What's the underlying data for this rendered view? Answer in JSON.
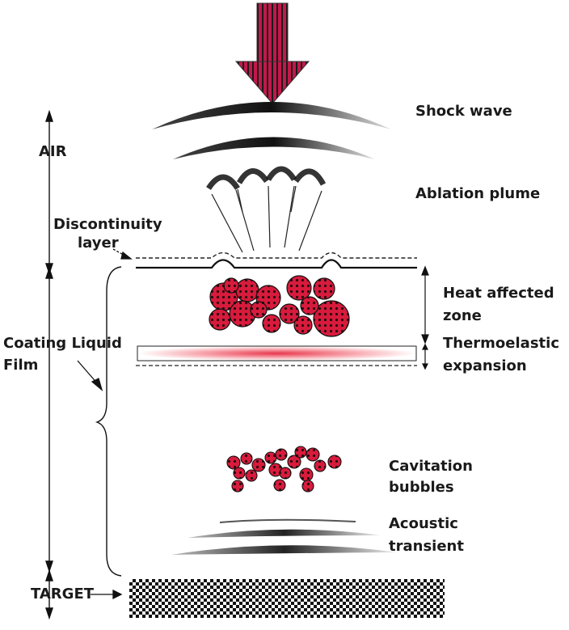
{
  "labels": {
    "shock_wave": "Shock wave",
    "ablation_plume": "Ablation plume",
    "air": "AIR",
    "discontinuity_line1": "Discontinuity",
    "discontinuity_line2": "layer",
    "heat_line1": "Heat affected",
    "heat_line2": "zone",
    "thermo_line1": "Thermoelastic",
    "thermo_line2": "expansion",
    "coating_line1": "Coating Liquid",
    "coating_line2": "Film",
    "cavitation_line1": "Cavitation",
    "cavitation_line2": "bubbles",
    "acoustic_line1": "Acoustic",
    "acoustic_line2": "transient",
    "target": "TARGET"
  },
  "colors": {
    "bubble_red": "#d81b3c",
    "laser_red": "#c2184b",
    "band_pink": "#f26a6a",
    "ink": "#1a1a1a"
  }
}
